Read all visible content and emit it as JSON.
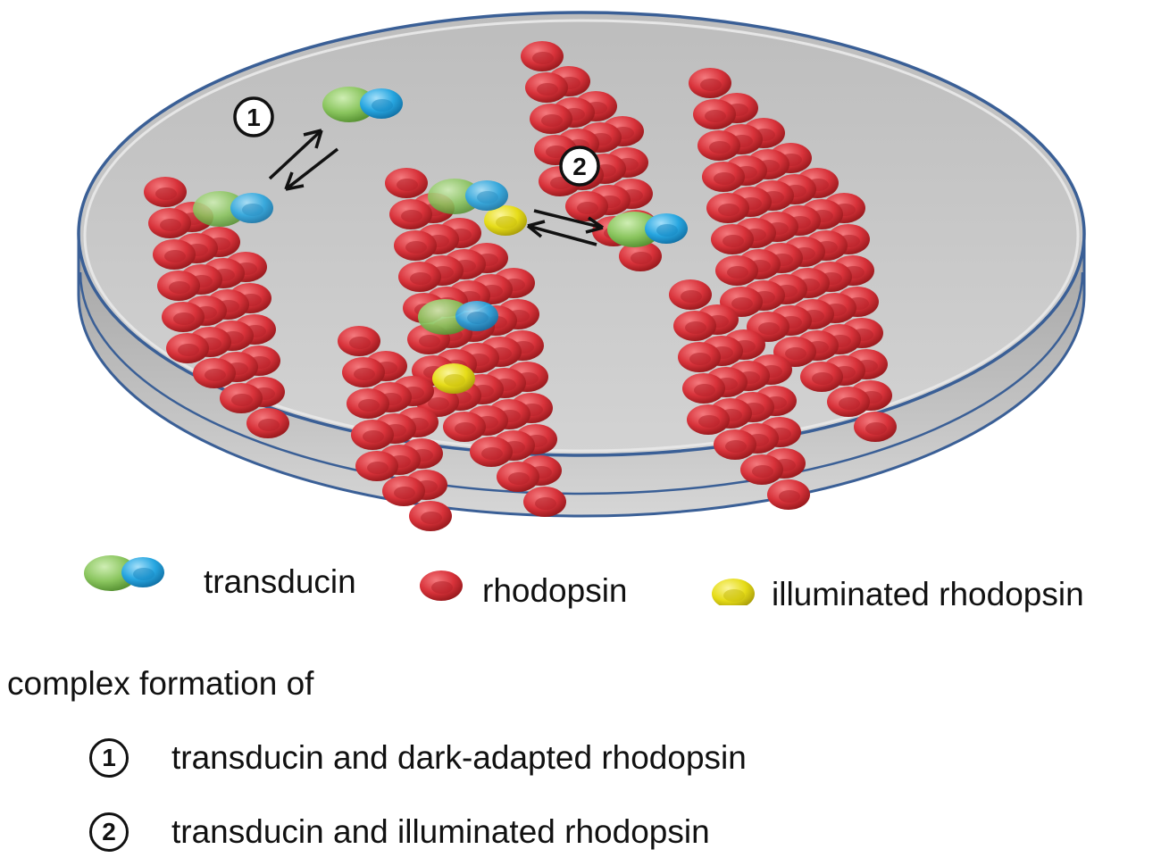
{
  "legend": {
    "transducin": "transducin",
    "rhodopsin": "rhodopsin",
    "illuminated": "illuminated rhodopsin"
  },
  "markers": {
    "one": "1",
    "two": "2"
  },
  "caption": {
    "title": "complex formation of",
    "items": [
      {
        "num": "1",
        "text": "transducin and dark-adapted rhodopsin"
      },
      {
        "num": "2",
        "text": "transducin and illuminated rhodopsin"
      }
    ]
  },
  "colors": {
    "rhodopsin": "#d9333a",
    "illuminated": "#e8df1c",
    "transducin_green": "#8cc760",
    "transducin_blue": "#2aa8e0",
    "dish_top": "#c9c9c9",
    "dish_rim": "#3a5f96"
  }
}
